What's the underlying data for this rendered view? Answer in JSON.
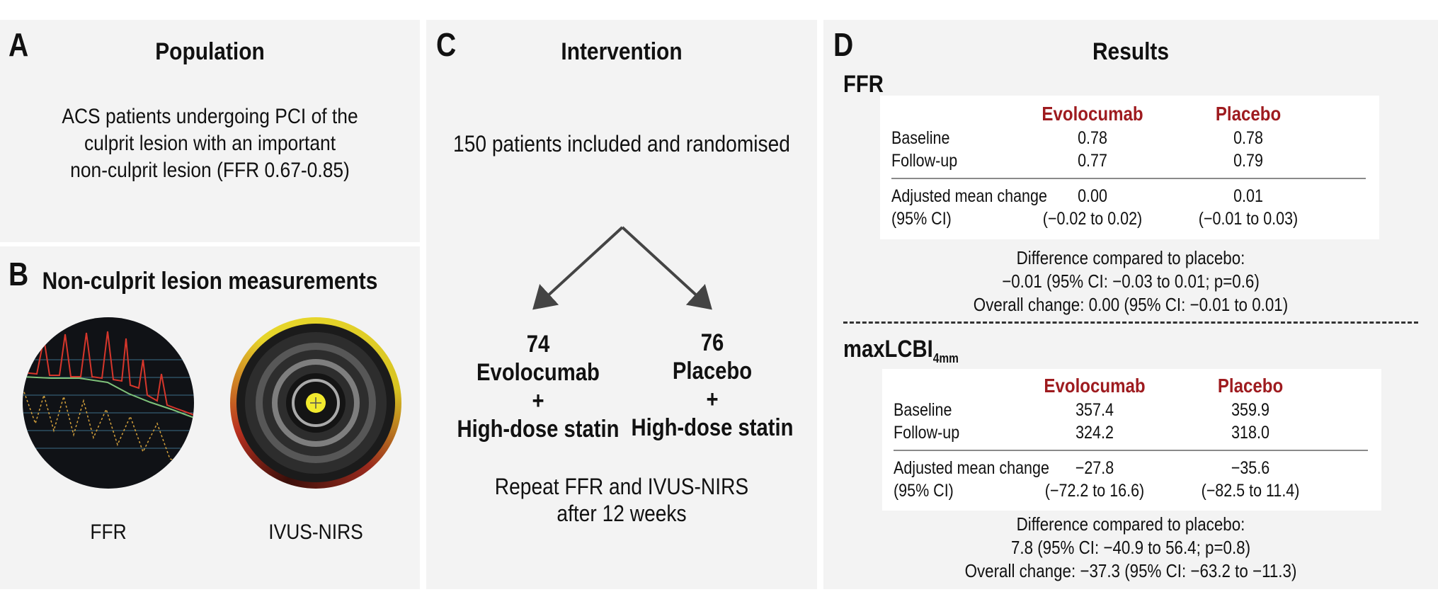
{
  "panels": {
    "a": {
      "letter": "A",
      "title": "Population",
      "text": [
        "ACS patients undergoing PCI of the",
        "culprit lesion with an important",
        "non-culprit lesion (FFR 0.67-0.85)"
      ]
    },
    "b": {
      "letter": "B",
      "title": "Non-culprit lesion measurements",
      "images": [
        {
          "label": "FFR"
        },
        {
          "label": "IVUS-NIRS"
        }
      ]
    },
    "c": {
      "letter": "C",
      "title": "Intervention",
      "randomised": "150 patients included and randomised",
      "arms": [
        {
          "n": "74",
          "drug": "Evolocumab",
          "plus": "+",
          "statin": "High-dose statin"
        },
        {
          "n": "76",
          "drug": "Placebo",
          "plus": "+",
          "statin": "High-dose statin"
        }
      ],
      "repeat": [
        "Repeat FFR and IVUS-NIRS",
        "after 12 weeks"
      ]
    },
    "d": {
      "letter": "D",
      "title": "Results",
      "sections": [
        {
          "heading": "FFR",
          "heading_sub": "",
          "columns": [
            "Evolocumab",
            "Placebo"
          ],
          "rows": [
            {
              "label": "Baseline",
              "values": [
                "0.78",
                "0.78"
              ]
            },
            {
              "label": "Follow-up",
              "values": [
                "0.77",
                "0.79"
              ]
            }
          ],
          "change": {
            "label": [
              "Adjusted mean change",
              "(95% CI)"
            ],
            "values": [
              [
                "0.00",
                "(−0.02 to 0.02)"
              ],
              [
                "0.01",
                "(−0.01 to 0.03)"
              ]
            ]
          },
          "difference": [
            "Difference compared to placebo:",
            "−0.01 (95% CI: −0.03 to 0.01; p=0.6)",
            "Overall change: 0.00 (95% CI: −0.01 to 0.01)"
          ]
        },
        {
          "heading": "maxLCBI",
          "heading_sub": "4mm",
          "columns": [
            "Evolocumab",
            "Placebo"
          ],
          "rows": [
            {
              "label": "Baseline",
              "values": [
                "357.4",
                "359.9"
              ]
            },
            {
              "label": "Follow-up",
              "values": [
                "324.2",
                "318.0"
              ]
            }
          ],
          "change": {
            "label": [
              "Adjusted mean change",
              "(95% CI)"
            ],
            "values": [
              [
                "−27.8",
                "(−72.2 to 16.6)"
              ],
              [
                "−35.6",
                "(−82.5 to 11.4)"
              ]
            ]
          },
          "difference": [
            "Difference compared to placebo:",
            "7.8 (95% CI: −40.9 to 56.4; p=0.8)",
            "Overall change: −37.3 (95% CI: −63.2 to −11.3)"
          ]
        }
      ]
    }
  },
  "colors": {
    "panel_bg": "#f3f3f3",
    "header_red": "#9e1b1f",
    "arrow": "#444444"
  },
  "icons": {
    "ffr_image": "pressure-waveform-circle",
    "ivus_image": "ivus-cross-section-circle",
    "arrows": "split-arrow-icon"
  }
}
